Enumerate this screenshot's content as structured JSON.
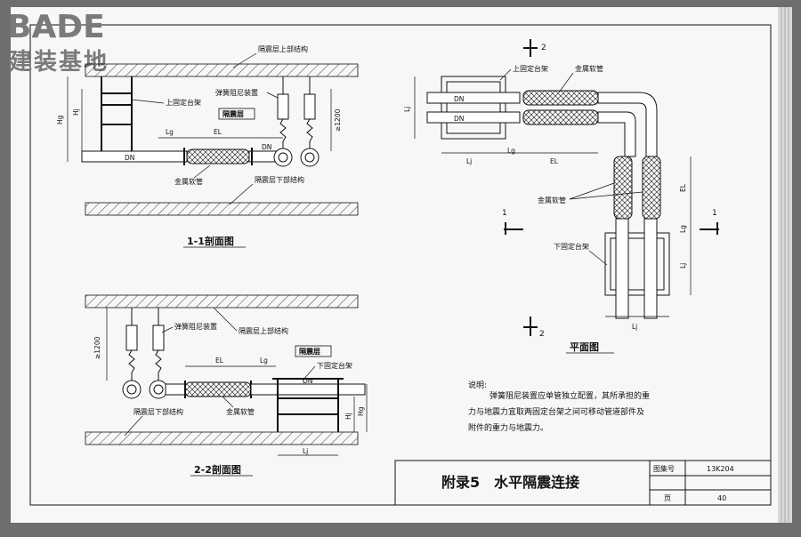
{
  "logo": {
    "brand": "BADE",
    "tagline": "建装基地"
  },
  "section11": {
    "caption": "1-1剖面图",
    "upper_structure": "隔震层上部结构",
    "lower_structure": "隔震层下部结构",
    "spring_damper": "弹簧阻尼装置",
    "upper_support": "上固定台架",
    "isolation_layer": "隔震层",
    "metal_hose": "金属软管",
    "dim_hg": "Hg",
    "dim_hj": "Hj",
    "dim_lg": "Lg",
    "dim_el": "EL",
    "dim_dn1": "DN",
    "dim_dn2": "DN",
    "dim_1200": "≥1200"
  },
  "section22": {
    "caption": "2-2剖面图",
    "spring_damper": "弹簧阻尼装置",
    "upper_structure": "隔震层上部结构",
    "isolation_layer": "隔震层",
    "lower_support": "下固定台架",
    "lower_structure": "隔震层下部结构",
    "metal_hose": "金属软管",
    "dim_el": "EL",
    "dim_lg": "Lg",
    "dim_dn": "DN",
    "dim_hj": "Hj",
    "dim_hg": "Hg",
    "dim_lj": "Lj",
    "dim_1200": "≥1200"
  },
  "plan": {
    "caption": "平面图",
    "upper_support": "上固定台架",
    "metal_hose_top": "金属软管",
    "metal_hose_mid": "金属软管",
    "lower_support": "下固定台架",
    "dn1": "DN",
    "dn2": "DN",
    "lj_left": "Lj",
    "lj_bottom": "Lj",
    "lj_bottom2": "Lj",
    "lj_right": "Lj",
    "lg_top": "Lg",
    "el_top": "EL",
    "el_right": "EL",
    "lg_right": "Lg",
    "mark_2_top": "2",
    "mark_2_bottom": "2",
    "mark_1_left": "1",
    "mark_1_right": "1"
  },
  "notes": {
    "heading": "说明:",
    "line1": "弹簧阻尼装置应单管独立配置，其所承担的重",
    "line2": "力与地震力宜取两固定台架之间可移动管道部件及",
    "line3": "附件的重力与地震力。"
  },
  "title_block": {
    "title": "附录5　水平隔震连接",
    "atlas_label": "图集号",
    "atlas_value": "13K204",
    "page_label": "页",
    "page_value": "40"
  }
}
